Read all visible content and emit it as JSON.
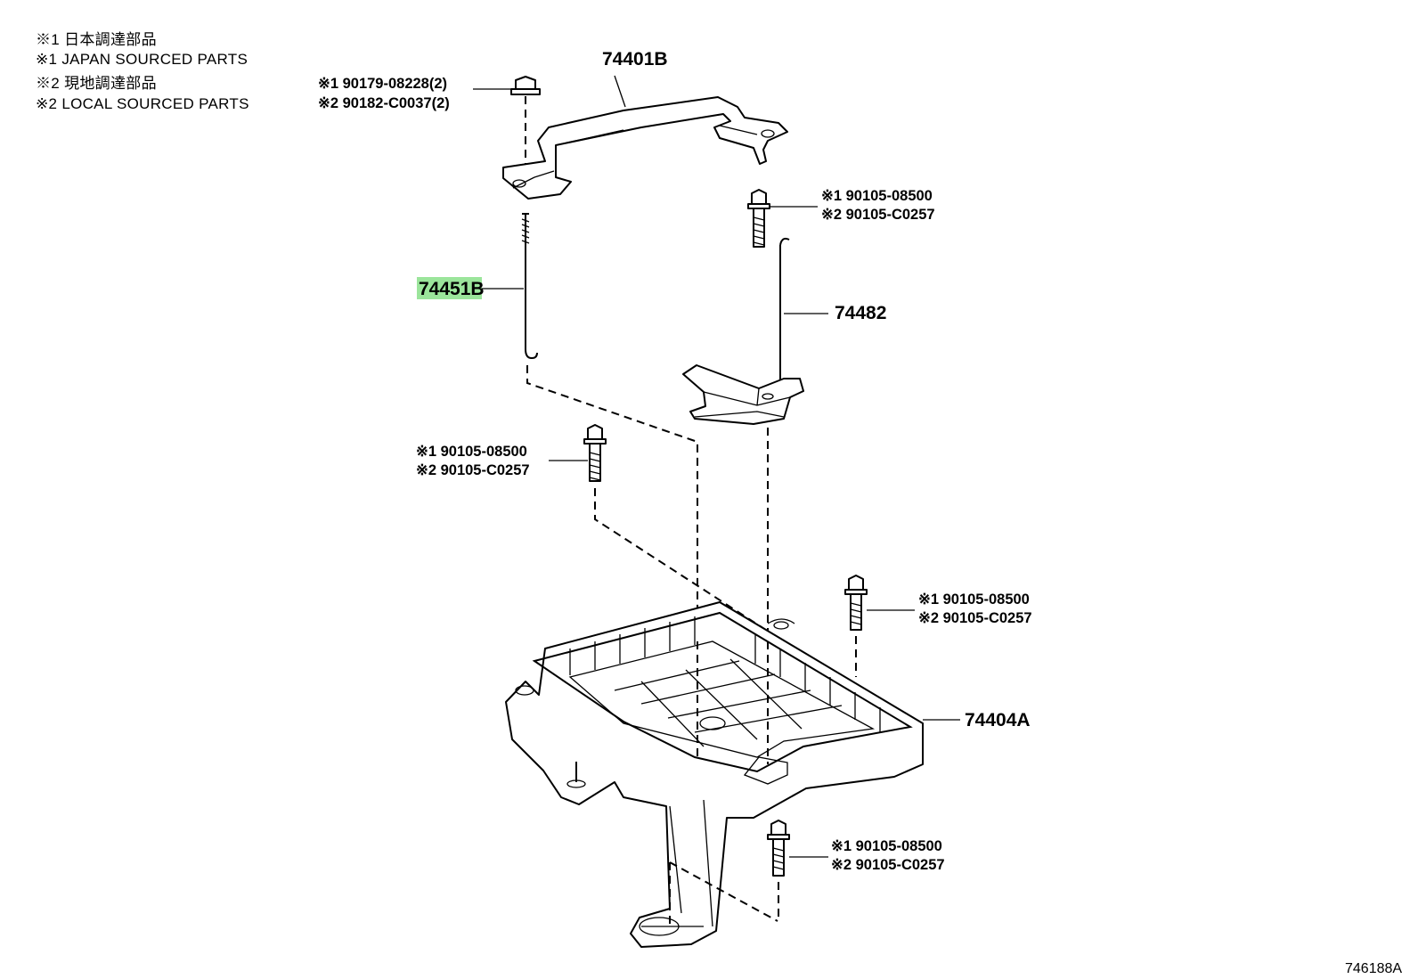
{
  "legend": {
    "line1": "※1 日本調達部品",
    "line2": "※1 JAPAN SOURCED PARTS",
    "line3": "※2 現地調達部品",
    "line4": "※2 LOCAL SOURCED PARTS"
  },
  "parts": {
    "clamp": "74401B",
    "rod_highlighted": "74451B",
    "bolt_rod": "74482",
    "tray": "74404A"
  },
  "refs": {
    "nut_top_1": "※1 90179-08228(2)",
    "nut_top_2": "※2 90182-C0037(2)",
    "bolt_a_1": "※1 90105-08500",
    "bolt_a_2": "※2 90105-C0257",
    "bolt_b_1": "※1 90105-08500",
    "bolt_b_2": "※2 90105-C0257",
    "bolt_c_1": "※1 90105-08500",
    "bolt_c_2": "※2 90105-C0257",
    "bolt_d_1": "※1 90105-08500",
    "bolt_d_2": "※2 90105-C0257"
  },
  "diagram_id": "746188A",
  "colors": {
    "highlight": "#9be59b"
  }
}
